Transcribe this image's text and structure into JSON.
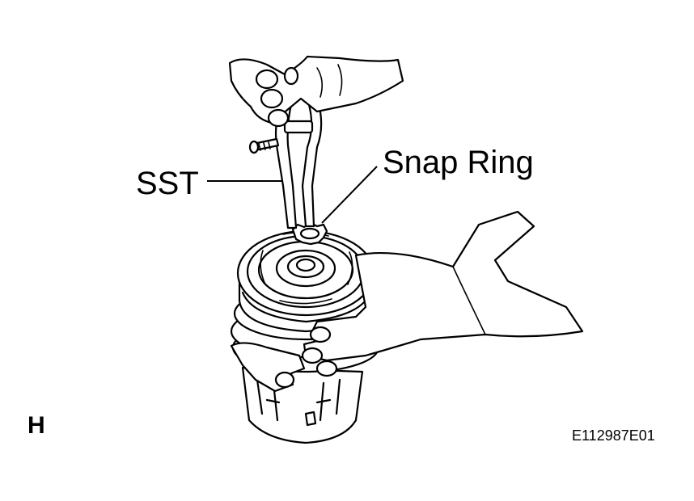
{
  "labels": {
    "tool": "SST",
    "part": "Snap Ring",
    "step": "H",
    "figure_code": "E112987E01"
  }
}
